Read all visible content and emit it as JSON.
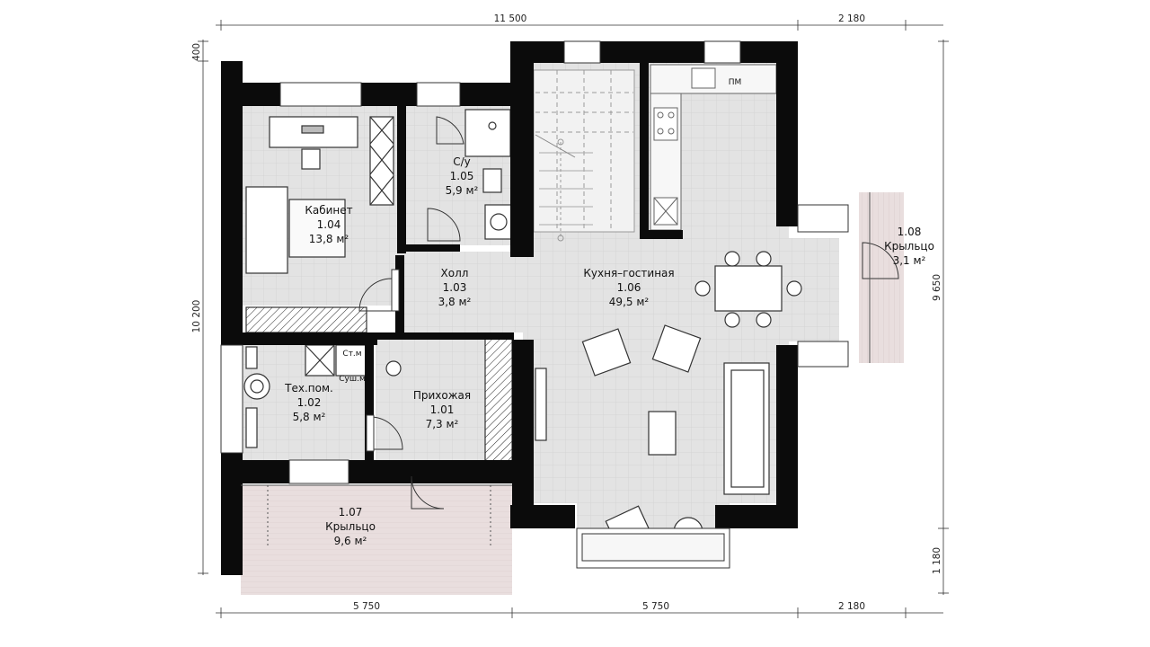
{
  "dimensions": {
    "top_total": "11 500",
    "top_right": "2 180",
    "bottom_left": "5 750",
    "bottom_mid": "5 750",
    "bottom_right": "2 180",
    "left_small": "400",
    "left_total": "10 200",
    "right_total": "9 650",
    "right_bottom": "1 180"
  },
  "rooms": [
    {
      "key": "r104",
      "name": "Кабинет",
      "number": "1.04",
      "area": "13,8 м²"
    },
    {
      "key": "r105",
      "name": "С/у",
      "number": "1.05",
      "area": "5,9 м²"
    },
    {
      "key": "r103",
      "name": "Холл",
      "number": "1.03",
      "area": "3,8 м²"
    },
    {
      "key": "r106",
      "name": "Кухня–гостиная",
      "number": "1.06",
      "area": "49,5 м²"
    },
    {
      "key": "r108",
      "name": "Крыльцо",
      "number": "1.08",
      "area": "3,1 м²"
    },
    {
      "key": "r102",
      "name": "Тех.пом.",
      "number": "1.02",
      "area": "5,8 м²"
    },
    {
      "key": "r101",
      "name": "Прихожая",
      "number": "1.01",
      "area": "7,3 м²"
    },
    {
      "key": "r107",
      "name": "Крыльцо",
      "number": "1.07",
      "area": "9,6 м²"
    }
  ],
  "labels": {
    "pm": "ПМ",
    "washer": "Ст.м",
    "dryer": "Суш.м"
  }
}
